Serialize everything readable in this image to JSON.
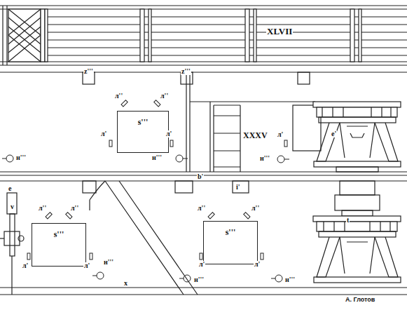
{
  "diagram": {
    "nodes": [
      {
        "text": [
          "s'''"
        ]
      },
      {
        "text": [
          "s'''"
        ]
      },
      {
        "text": [
          "s'''"
        ]
      }
    ],
    "labels": [
      "XLVII",
      "z'''",
      "z'''",
      "л''",
      "л''",
      "л'",
      "л'",
      "н'''",
      "н'''",
      "XXXV",
      "л'",
      "e'",
      "н'''",
      "b'",
      "i'",
      "e",
      "v",
      "л''",
      "л''",
      "л''",
      "л''",
      "t",
      "л'",
      "л'",
      "н'''",
      "л'",
      "л'",
      "н'''",
      "н'''",
      "x",
      "А. Глотов"
    ]
  }
}
